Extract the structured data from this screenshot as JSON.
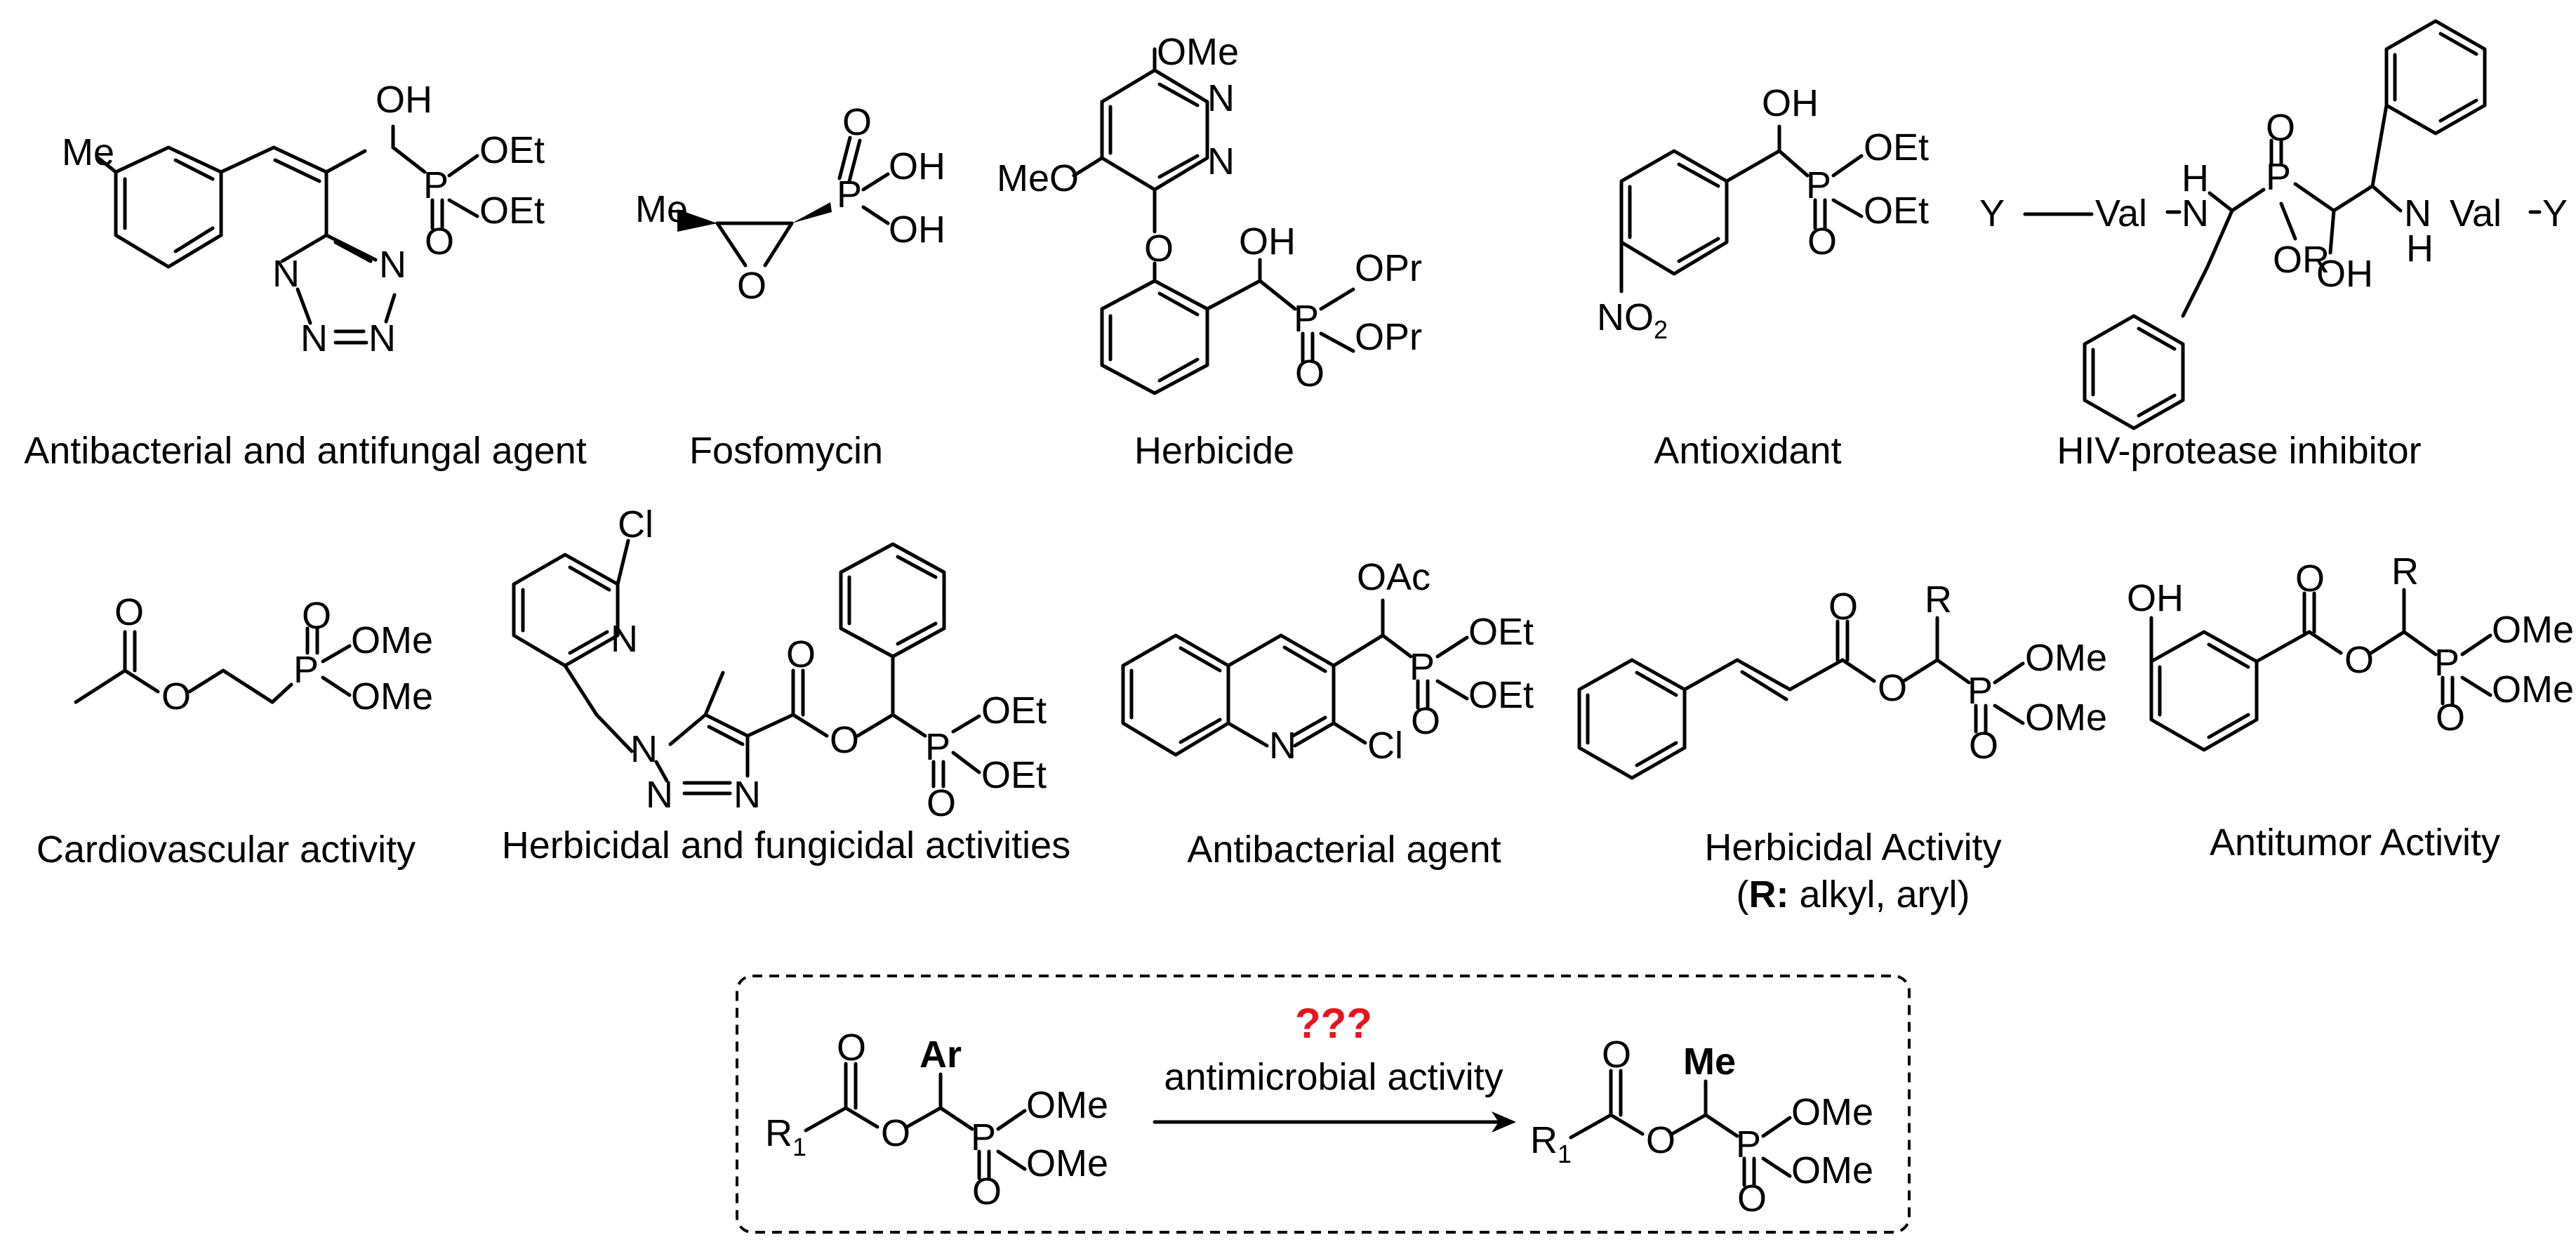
{
  "captions": {
    "c1": "Antibacterial and antifungal agent",
    "c2": "Fosfomycin",
    "c3": "Herbicide",
    "c4": "Antioxidant",
    "c5": "HIV-protease inhibitor",
    "c6": "Cardiovascular activity",
    "c7": "Herbicidal and fungicidal activities",
    "c8": "Antibacterial agent",
    "c9": "Herbicidal Activity",
    "c9b_bold": "R:",
    "c9b_rest": " alkyl, aryl",
    "c10": "Antitumor Activity"
  },
  "atoms": {
    "OH": "OH",
    "OEt": "OEt",
    "OMe": "OMe",
    "OPr": "OPr",
    "O": "O",
    "P": "P",
    "N": "N",
    "Me": "Me",
    "MeO": "MeO",
    "NO": "NO",
    "two": "2",
    "Cl": "Cl",
    "OAc": "OAc",
    "R": "R",
    "OR": "OR",
    "H": "H",
    "Y": "Y",
    "Val": "Val",
    "R1": "R",
    "one": "1"
  },
  "reaction": {
    "qmarks": "???",
    "arrow_label": "antimicrobial activity",
    "left_sub": "Ar",
    "right_sub": "Me"
  },
  "colors": {
    "red": "#e8141b",
    "blue": "#1a1aff"
  }
}
